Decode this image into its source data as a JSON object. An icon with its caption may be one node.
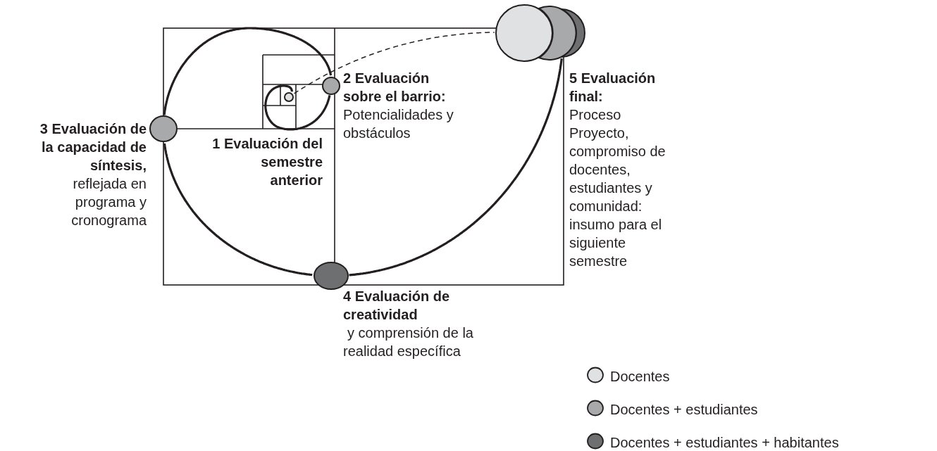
{
  "diagram": {
    "nodes": [
      {
        "text": [],
        "shape": "circle",
        "beside": [
          "1 Evaluación del semestre anterior"
        ]
      },
      {
        "text": [],
        "shape": "circle",
        "beside": [
          "2 Evaluación sobre el barrio:",
          "Potencialidades y obstáculos"
        ]
      },
      {
        "text": [],
        "shape": "circle",
        "beside": [
          "3 Evaluación de la capacidad de síntesis,",
          "reflejada en programa y cronograma"
        ]
      },
      {
        "text": [],
        "shape": "circle",
        "beside": [
          "4 Evaluación de creatividad",
          "y comprensión de la realidad específica"
        ]
      },
      {
        "text": [],
        "shape": "circle"
      },
      {
        "text": [],
        "shape": "circle"
      },
      {
        "text": [],
        "shape": "circle",
        "beside": [
          "5 Evaluación final:",
          "Proceso Proyecto, compromiso de docentes, estudiantes y comunidad: insumo para el siguiente semestre"
        ]
      }
    ],
    "edges": [
      {
        "from": 0,
        "to": 4,
        "arrow": "none",
        "style": "dashed"
      },
      {
        "from": 0,
        "to": 1,
        "arrow": "none"
      },
      {
        "from": 1,
        "to": 2,
        "arrow": "none"
      },
      {
        "from": 2,
        "to": 3,
        "arrow": "none"
      },
      {
        "from": 3,
        "to": 6,
        "arrow": "none"
      }
    ],
    "legend": [
      {
        "text": "Docentes",
        "color": "#e0e1e3"
      },
      {
        "text": "Docentes + estudiantes",
        "color": "#a8a9ab"
      },
      {
        "text": "Docentes + estudiantes + habitantes",
        "color": "#6e6f71"
      }
    ]
  }
}
